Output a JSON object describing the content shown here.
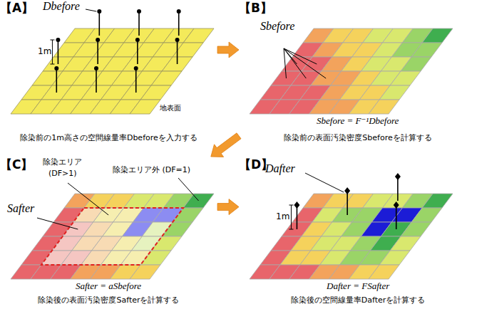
{
  "diagram": {
    "nodes": [
      {
        "text": [
          "【A】",
          "除染前の1m高さの空間線量率Dbeforeを入力する"
        ]
      },
      {
        "text": [
          "【B】",
          "除染前の表面汚染密度Sbeforeを計算する"
        ]
      },
      {
        "text": [
          "【C】",
          "除染後の表面汚染密度Safterを計算する"
        ]
      },
      {
        "text": [
          "【D】",
          "除染後の空間線量率Dafterを計算する"
        ]
      }
    ],
    "edges": [
      {
        "from": 0,
        "to": 1,
        "arrow": "to"
      },
      {
        "from": 1,
        "to": 2,
        "arrow": "to"
      },
      {
        "from": 2,
        "to": 3,
        "arrow": "to"
      }
    ],
    "labels": [
      "Dbefore",
      "1m",
      "地表面",
      "Sbefore",
      "Sbefore = F⁻¹Dbefore",
      "除染エリア",
      "(DF>1)",
      "除染エリア外 (DF=1)",
      "Safter",
      "Safter = aSbefore",
      "Dafter",
      "1m",
      "Dafter = FSafter"
    ]
  }
}
